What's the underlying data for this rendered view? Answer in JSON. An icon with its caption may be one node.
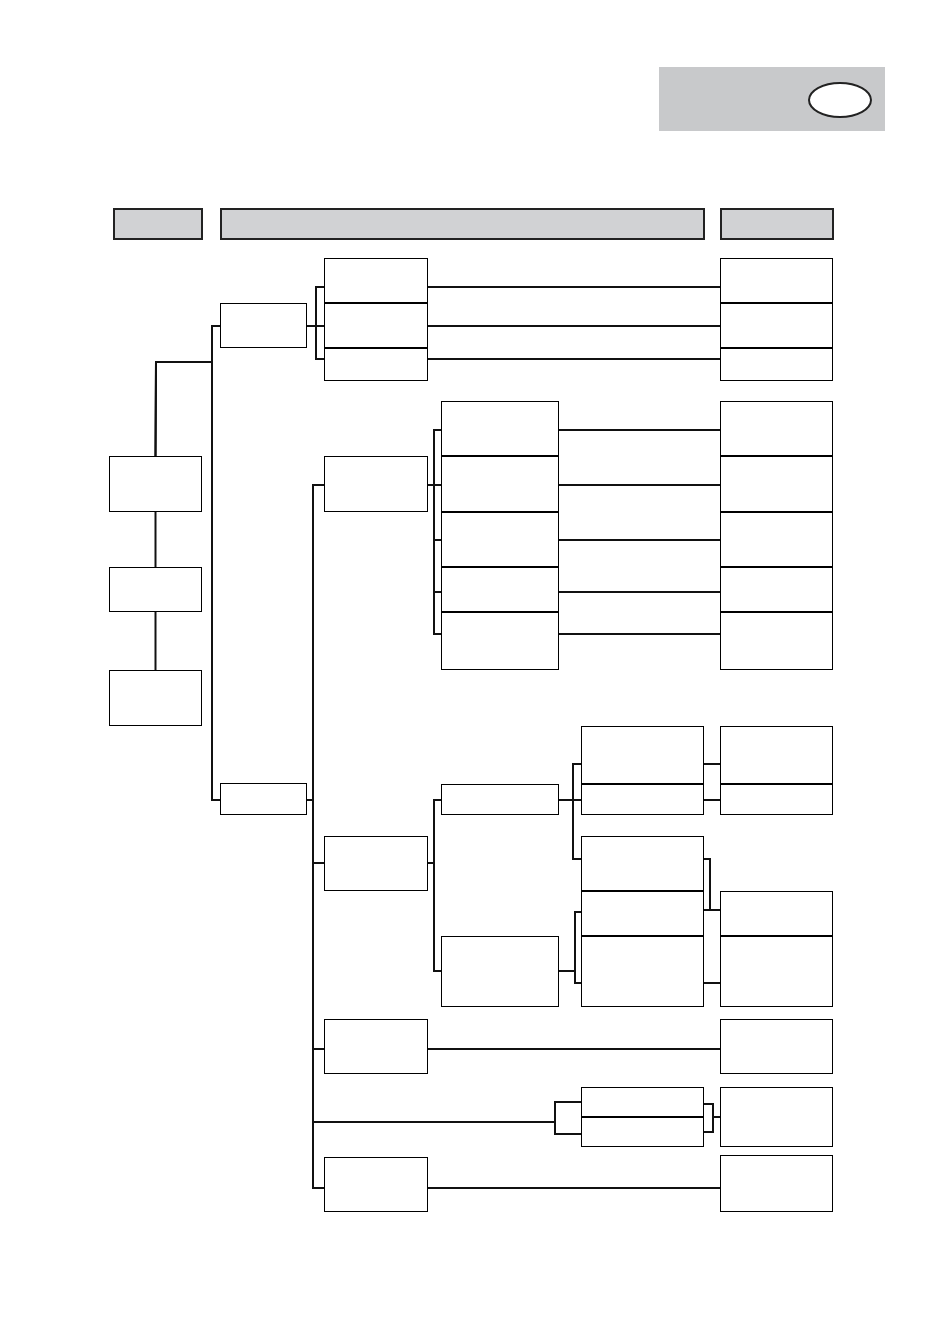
{
  "diagram": {
    "nodes": [
      {
        "text": [],
        "shape": "box"
      },
      {
        "text": [],
        "shape": "circle",
        "in": 0
      },
      {
        "text": [],
        "shape": "bar"
      },
      {
        "text": [],
        "shape": "bar"
      },
      {
        "text": [],
        "shape": "bar"
      },
      {
        "text": [],
        "shape": "box"
      },
      {
        "text": [],
        "shape": "box"
      },
      {
        "text": [],
        "shape": "box"
      },
      {
        "text": [],
        "shape": "box"
      },
      {
        "text": [],
        "shape": "box"
      },
      {
        "text": [],
        "shape": "box"
      },
      {
        "text": [],
        "shape": "box"
      },
      {
        "text": [],
        "shape": "box"
      },
      {
        "text": [],
        "shape": "box"
      },
      {
        "text": [],
        "shape": "box"
      },
      {
        "text": [],
        "shape": "box"
      },
      {
        "text": [],
        "shape": "box"
      },
      {
        "text": [],
        "shape": "box"
      },
      {
        "text": [],
        "shape": "box"
      },
      {
        "text": [],
        "shape": "box"
      },
      {
        "text": [],
        "shape": "box"
      },
      {
        "text": [],
        "shape": "box"
      },
      {
        "text": [],
        "shape": "box"
      },
      {
        "text": [],
        "shape": "box"
      },
      {
        "text": [],
        "shape": "box"
      },
      {
        "text": [],
        "shape": "box"
      },
      {
        "text": [],
        "shape": "box"
      },
      {
        "text": [],
        "shape": "box"
      },
      {
        "text": [],
        "shape": "box"
      },
      {
        "text": [],
        "shape": "box"
      },
      {
        "text": [],
        "shape": "box"
      },
      {
        "text": [],
        "shape": "box"
      },
      {
        "text": [],
        "shape": "box"
      },
      {
        "text": [],
        "shape": "box"
      },
      {
        "text": [],
        "shape": "box"
      },
      {
        "text": [],
        "shape": "box"
      },
      {
        "text": [],
        "shape": "box"
      },
      {
        "text": [],
        "shape": "box"
      },
      {
        "text": [],
        "shape": "box"
      },
      {
        "text": [],
        "shape": "box"
      },
      {
        "text": [],
        "shape": "box"
      },
      {
        "text": [],
        "shape": "box"
      },
      {
        "text": [],
        "shape": "box"
      },
      {
        "text": [],
        "shape": "box"
      },
      {
        "text": [],
        "shape": "box"
      },
      {
        "text": [],
        "shape": "box"
      }
    ],
    "edges": [
      {
        "from": 5,
        "to": 6,
        "arrow": "none"
      },
      {
        "from": 6,
        "to": 7,
        "arrow": "none"
      },
      {
        "from": 5,
        "to": 8,
        "arrow": "none"
      },
      {
        "from": 5,
        "to": 9,
        "arrow": "none"
      },
      {
        "from": 8,
        "to": 10,
        "arrow": "none"
      },
      {
        "from": 8,
        "to": 11,
        "arrow": "none"
      },
      {
        "from": 8,
        "to": 12,
        "arrow": "none"
      },
      {
        "from": 10,
        "to": 13,
        "arrow": "none"
      },
      {
        "from": 11,
        "to": 14,
        "arrow": "none"
      },
      {
        "from": 12,
        "to": 15,
        "arrow": "none"
      },
      {
        "from": 9,
        "to": 16,
        "arrow": "none"
      },
      {
        "from": 9,
        "to": 17,
        "arrow": "none"
      },
      {
        "from": 9,
        "to": 18,
        "arrow": "none"
      },
      {
        "from": 9,
        "to": 19,
        "arrow": "none"
      },
      {
        "from": 9,
        "to": 42,
        "arrow": "none"
      },
      {
        "from": 9,
        "to": 43,
        "arrow": "none"
      },
      {
        "from": 16,
        "to": 20,
        "arrow": "none"
      },
      {
        "from": 16,
        "to": 21,
        "arrow": "none"
      },
      {
        "from": 16,
        "to": 22,
        "arrow": "none"
      },
      {
        "from": 16,
        "to": 23,
        "arrow": "none"
      },
      {
        "from": 16,
        "to": 24,
        "arrow": "none"
      },
      {
        "from": 20,
        "to": 25,
        "arrow": "none"
      },
      {
        "from": 21,
        "to": 26,
        "arrow": "none"
      },
      {
        "from": 22,
        "to": 27,
        "arrow": "none"
      },
      {
        "from": 23,
        "to": 28,
        "arrow": "none"
      },
      {
        "from": 24,
        "to": 29,
        "arrow": "none"
      },
      {
        "from": 17,
        "to": 30,
        "arrow": "none"
      },
      {
        "from": 17,
        "to": 31,
        "arrow": "none"
      },
      {
        "from": 30,
        "to": 32,
        "arrow": "none"
      },
      {
        "from": 30,
        "to": 33,
        "arrow": "none"
      },
      {
        "from": 30,
        "to": 34,
        "arrow": "none"
      },
      {
        "from": 31,
        "to": 35,
        "arrow": "none"
      },
      {
        "from": 31,
        "to": 36,
        "arrow": "none"
      },
      {
        "from": 32,
        "to": 37,
        "arrow": "none"
      },
      {
        "from": 33,
        "to": 38,
        "arrow": "none"
      },
      {
        "from": 34,
        "to": 39,
        "arrow": "none"
      },
      {
        "from": 35,
        "to": 39,
        "arrow": "none"
      },
      {
        "from": 36,
        "to": 40,
        "arrow": "none"
      },
      {
        "from": 18,
        "to": 41,
        "arrow": "none"
      },
      {
        "from": 42,
        "to": 44,
        "arrow": "none"
      },
      {
        "from": 43,
        "to": 44,
        "arrow": "none"
      },
      {
        "from": 19,
        "to": 45,
        "arrow": "none"
      }
    ]
  }
}
